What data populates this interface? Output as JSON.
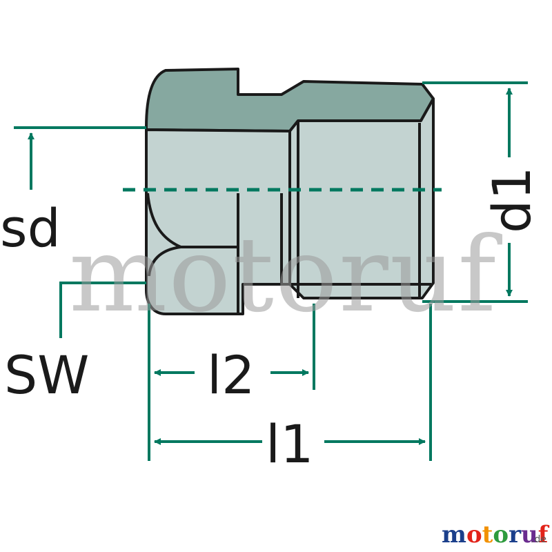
{
  "labels": {
    "sd": "sd",
    "sw": "SW",
    "l2": "l2",
    "l1": "l1",
    "d1": "d1"
  },
  "watermark": "motoruf",
  "brand": {
    "parts": [
      "m",
      "o",
      "t",
      "o",
      "r",
      "u",
      "f"
    ],
    "tld": ".de"
  },
  "colors": {
    "dimension": "#00785f",
    "outline": "#1a1a1a",
    "body_top": "#86a8a0",
    "body_front": "#c3d3d1",
    "brand_m": "#1b3f8b",
    "brand_o1": "#e2231a",
    "brand_t": "#f29100",
    "brand_o2": "#2e9b3e",
    "brand_r": "#1b3f8b",
    "brand_u": "#6a2c8f",
    "brand_f": "#e2231a"
  }
}
